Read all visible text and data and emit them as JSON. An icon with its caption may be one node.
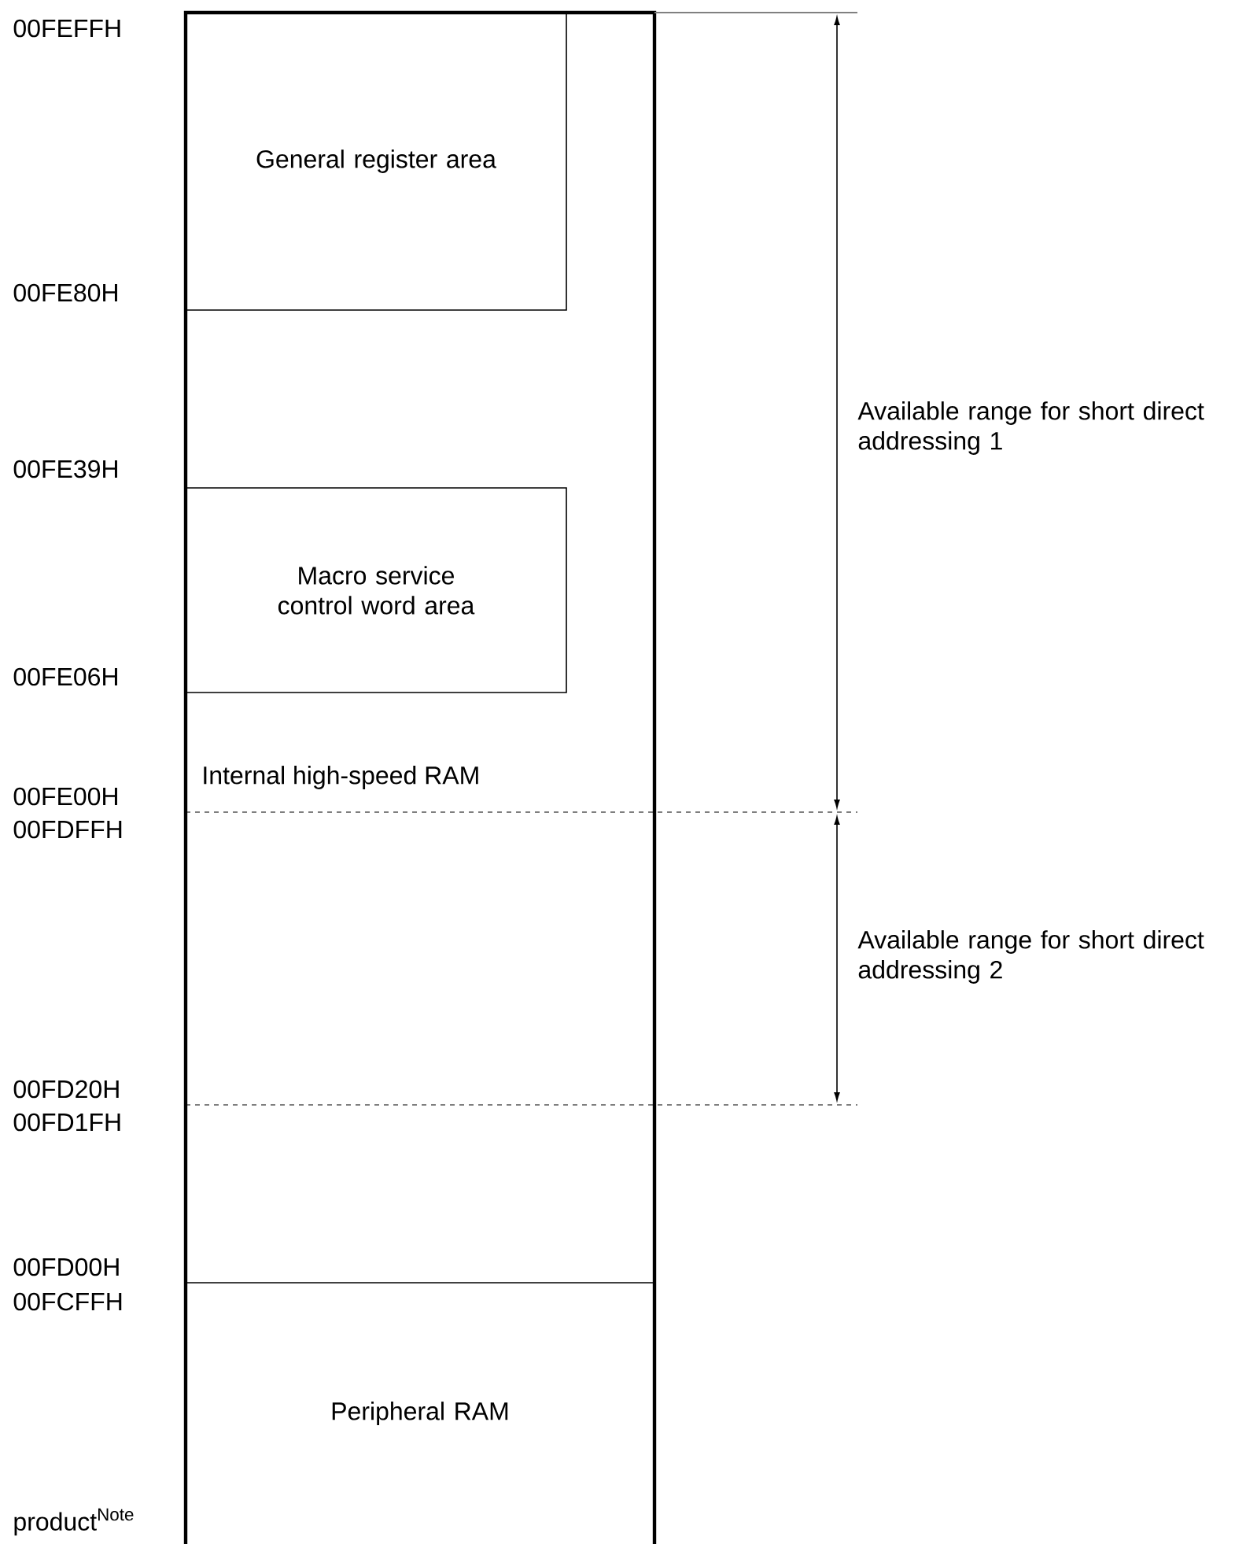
{
  "diagram": {
    "nodes": [
      {
        "text": [
          "General register area"
        ]
      },
      {
        "text": [
          "Macro service control word area"
        ]
      },
      {
        "text": [
          "Peripheral RAM"
        ]
      }
    ],
    "labels": [
      "00FEFFH",
      "00FE80H",
      "Available range for short direct addressing 1",
      "00FE39H",
      "00FE06H",
      "Internal high-speed RAM",
      "00FE00H",
      "00FDFFH",
      "Available range for short direct addressing 2",
      "00FD20H",
      "00FD1FH",
      "00FD00H",
      "00FCFFH",
      "product$^{Note}$"
    ]
  }
}
